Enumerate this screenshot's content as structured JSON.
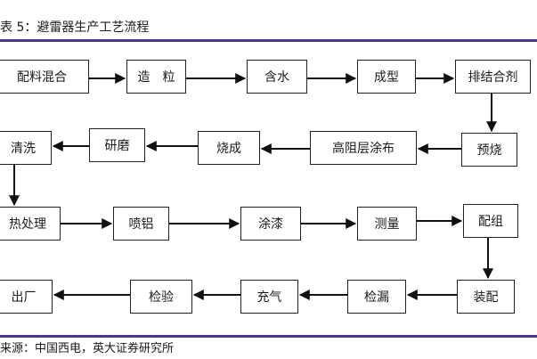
{
  "title": "表 5：避雷器生产工艺流程",
  "source": "来源：中国西电，英大证券研究所",
  "steps": [
    "配料混合",
    "造　粒",
    "含水",
    "成型",
    "排结合剂",
    "预烧",
    "高阻层涂布",
    "烧成",
    "研磨",
    "清洗",
    "热处理",
    "喷铝",
    "涂漆",
    "测量",
    "配组",
    "装配",
    "检漏",
    "充气",
    "检验",
    "出厂"
  ]
}
